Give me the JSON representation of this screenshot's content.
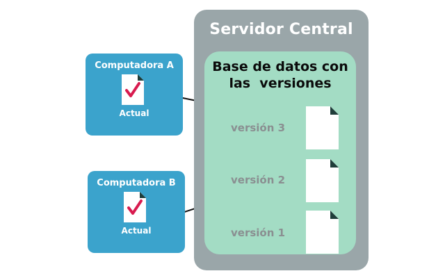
{
  "server": {
    "title": "Servidor Central"
  },
  "database": {
    "title_line1": "Base de datos con",
    "title_line2": "las  versiones",
    "versions": [
      "versión 3",
      "versión 2",
      "versión 1"
    ]
  },
  "computers": [
    {
      "name": "Computadora A",
      "status": "Actual"
    },
    {
      "name": "Computadora B",
      "status": "Actual"
    }
  ],
  "colors": {
    "server_bg": "#9aa6a9",
    "database_bg": "#a3dcc4",
    "computer_bg": "#3ba3cc",
    "check": "#d81b4f",
    "doc_corner": "#1f3d3a"
  }
}
